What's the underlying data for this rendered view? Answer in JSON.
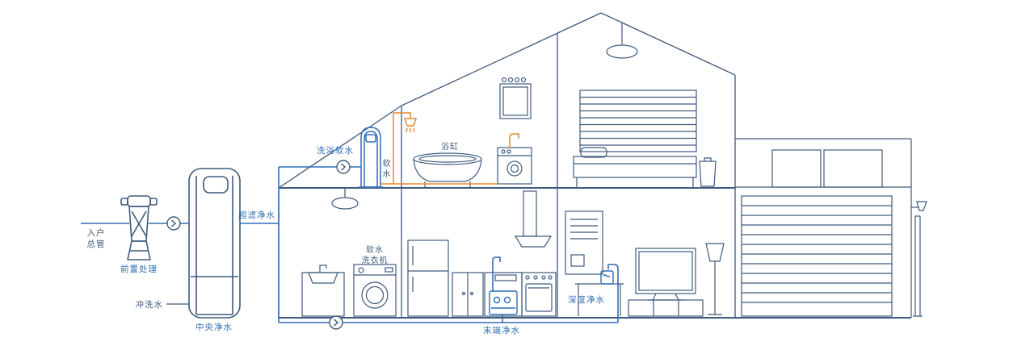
{
  "colors": {
    "navy": "#3f5a7d",
    "blue": "#2f6eb5",
    "orange": "#e8892f",
    "bg": "#ffffff"
  },
  "labels": {
    "inlet": {
      "line1": "入户",
      "line2": "总管"
    },
    "pre_treatment": "前置处理",
    "central_purifier": "中央净水",
    "flush_water": "冲洗水",
    "ultrafiltration": "超滤净水",
    "bath_soft_water": "洗浴软水",
    "soft_water": {
      "char1": "软",
      "char2": "水"
    },
    "bathtub": "浴缸",
    "soft_water_washer": {
      "line1": "软水",
      "line2": "洗衣机"
    },
    "terminal_purifier": "末端净水",
    "deep_purifier": "深度净水"
  }
}
